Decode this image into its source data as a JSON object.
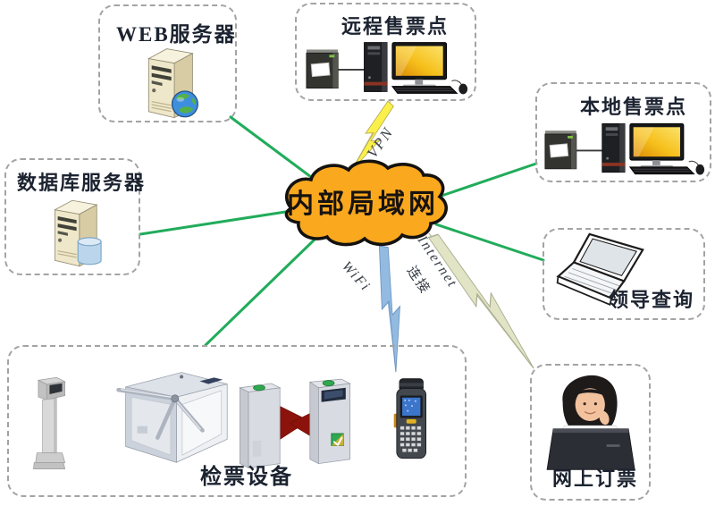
{
  "diagram": {
    "cloud": {
      "label": "内部局域网"
    },
    "nodes": {
      "web_server": {
        "label": "WEB服务器"
      },
      "remote_ticket": {
        "label": "远程售票点"
      },
      "local_ticket": {
        "label": "本地售票点"
      },
      "database_server": {
        "label": "数据库服务器"
      },
      "leader_query": {
        "label": "领导查询"
      },
      "gate_equipment": {
        "label": "检票设备"
      },
      "online_booking": {
        "label": "网上订票"
      }
    },
    "links": {
      "vpn": {
        "label": "VPN"
      },
      "wifi": {
        "label": "WiFi"
      },
      "internet": {
        "label_line1": "Internet",
        "label_line2": "连接"
      }
    },
    "colors": {
      "lan_line": "#21AC5B",
      "cloud_fill": "#FAA81E",
      "vpn_bolt": "#FBF04A",
      "wifi_bolt": "#93BBE2",
      "internet_bolt": "#E2E5C5"
    }
  }
}
